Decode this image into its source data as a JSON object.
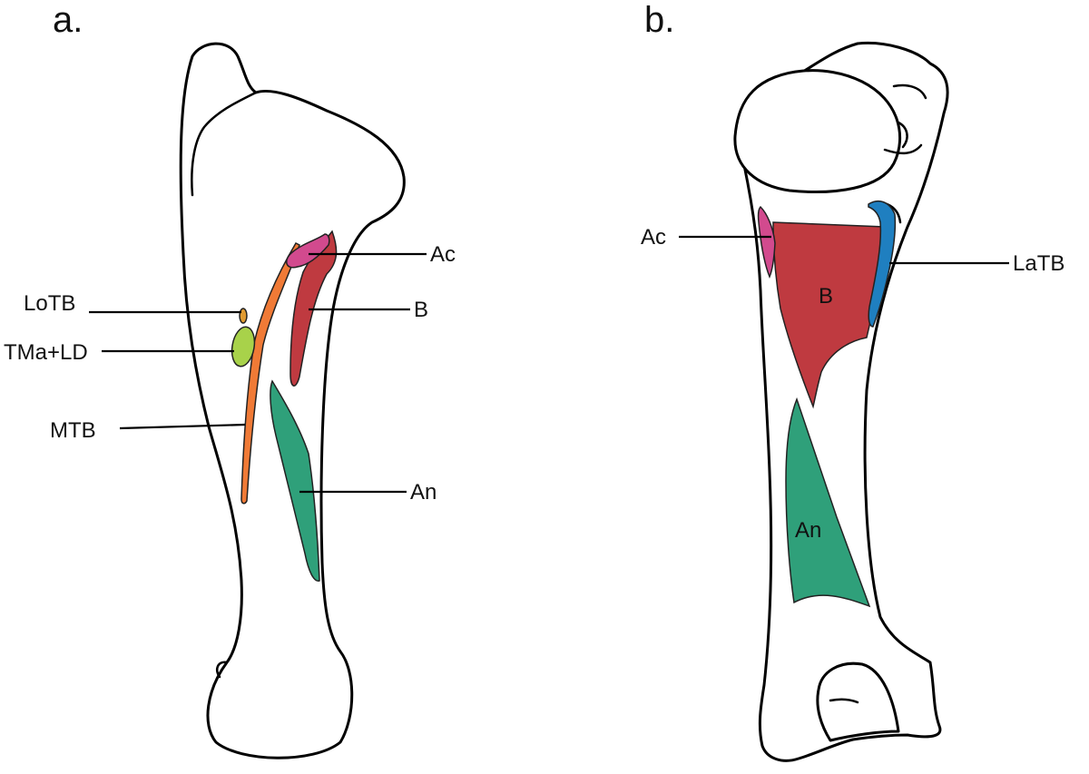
{
  "panels": {
    "a": {
      "label": "a.",
      "callouts": {
        "ac": "Ac",
        "b": "B",
        "lotb": "LoTB",
        "tma_ld": "TMa+LD",
        "mtb": "MTB",
        "an": "An"
      }
    },
    "b": {
      "label": "b.",
      "callouts": {
        "ac": "Ac",
        "latb": "LaTB",
        "b": "B",
        "an": "An"
      }
    }
  },
  "colors": {
    "ac": "#d24a8e",
    "b": "#bf3a40",
    "lotb": "#e09a30",
    "tma_ld": "#a8d24a",
    "mtb": "#f07a36",
    "an": "#2fa07a",
    "latb": "#1f7fc0"
  }
}
